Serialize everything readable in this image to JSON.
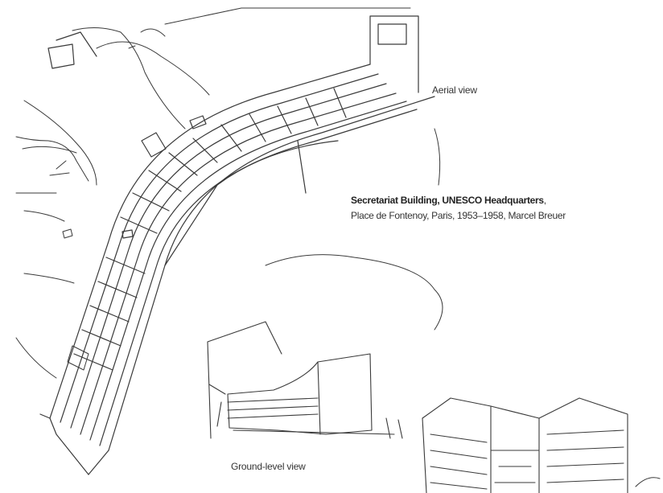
{
  "labels": {
    "aerial": "Aerial view",
    "ground": "Ground-level view"
  },
  "caption": {
    "title": "Secretariat Building, UNESCO Headquarters",
    "title_suffix": ",",
    "details": "Place de Fontenoy, Paris, 1953–1958, Marcel Breuer"
  },
  "colors": {
    "ink": "#3a3a3a",
    "text": "#333333",
    "background": "#ffffff"
  }
}
